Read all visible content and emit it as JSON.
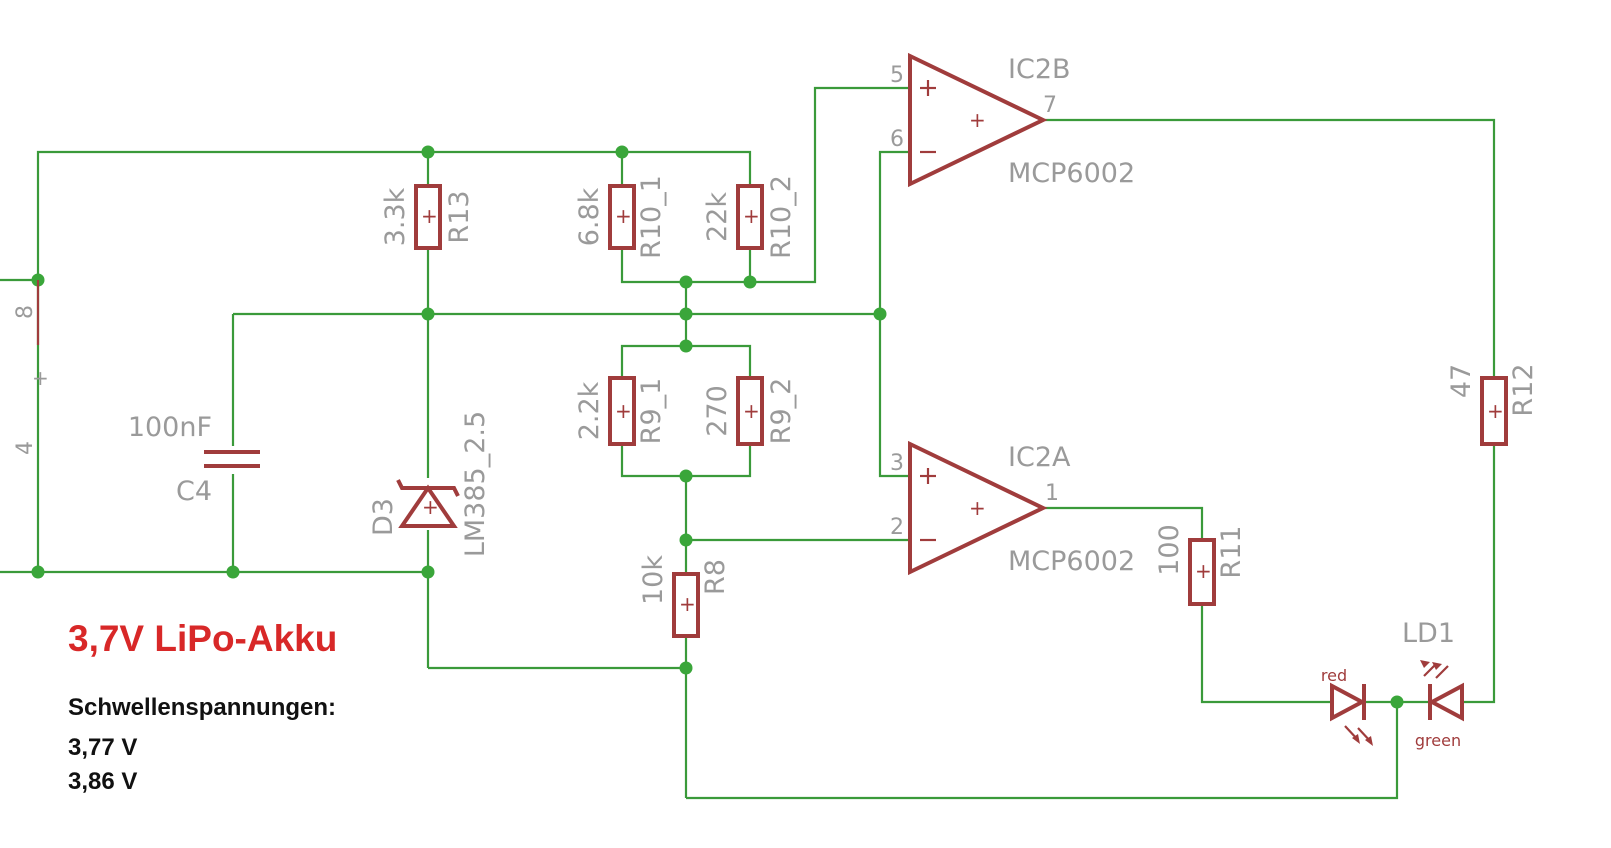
{
  "diagram": {
    "title": "3,7V LiPo-Akku",
    "notes": [
      "Schwellenspannungen:",
      "3,77 V",
      "3,86 V"
    ],
    "battery": {
      "pins": [
        "8",
        "4"
      ]
    },
    "components": {
      "R13": {
        "name": "R13",
        "value": "3.3k"
      },
      "R10_1": {
        "name": "R10_1",
        "value": "6.8k"
      },
      "R10_2": {
        "name": "R10_2",
        "value": "22k"
      },
      "R9_1": {
        "name": "R9_1",
        "value": "2.2k"
      },
      "R9_2": {
        "name": "R9_2",
        "value": "270"
      },
      "R8": {
        "name": "R8",
        "value": "10k"
      },
      "R11": {
        "name": "R11",
        "value": "100"
      },
      "R12": {
        "name": "R12",
        "value": "47"
      },
      "C4": {
        "name": "C4",
        "value": "100nF"
      },
      "D3": {
        "name": "D3",
        "value": "LM385_2.5"
      },
      "IC2B": {
        "name": "IC2B",
        "value": "MCP6002",
        "pins": [
          "5",
          "6",
          "7"
        ]
      },
      "IC2A": {
        "name": "IC2A",
        "value": "MCP6002",
        "pins": [
          "3",
          "2",
          "1"
        ]
      },
      "LD1": {
        "name": "LD1",
        "led_red": "red",
        "led_green": "green"
      }
    },
    "colors": {
      "wire": "#3a9a3a",
      "component": "#a03c3c",
      "label": "#9a9a9a",
      "title": "#d82828"
    }
  }
}
